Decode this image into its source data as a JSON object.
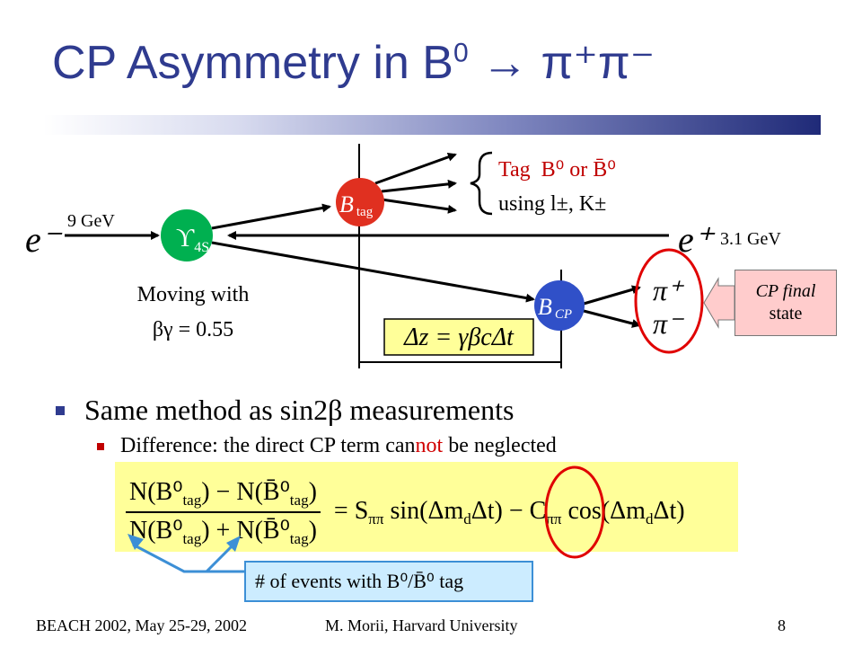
{
  "title": {
    "prefix": "CP Asymmetry in B",
    "sup": "0",
    "arrow": "→",
    "particles": "π⁺π⁻"
  },
  "diagram": {
    "electron": "e⁻",
    "electron_energy": "9 GeV",
    "positron": "e⁺",
    "positron_energy": "3.1 GeV",
    "upsilon_symbol": "ϒ",
    "upsilon_sub": "4S",
    "btag_symbol": "B",
    "btag_sub": "tag",
    "bcp_symbol": "B",
    "bcp_sub": "CP",
    "tag_line1": "Tag  B⁰ or B̄⁰",
    "tag_line2": "using l±, K±",
    "moving_line1": "Moving with",
    "moving_line2": "βγ = 0.55",
    "dz_formula": "Δz = γβcΔt",
    "pi_plus": "π⁺",
    "pi_minus": "π⁻",
    "cp_final_line1": "CP final",
    "cp_final_line2": "state"
  },
  "bullets": {
    "main": "Same method as sin2β measurements",
    "sub_before": "Difference: the direct CP term can",
    "sub_highlight": "not",
    "sub_after": " be neglected"
  },
  "formula": {
    "num_left": "N(B⁰",
    "num_mid": ") − N(B̄⁰",
    "num_end": ")",
    "den_left": "N(B⁰",
    "den_mid": ") + N(B̄⁰",
    "den_end": ")",
    "tag_sub": "tag",
    "rhs_start": "= S",
    "pipi_sub": "ππ",
    "rhs_sin": " sin(Δm",
    "d_sub": "d",
    "rhs_mid": "Δt) − C",
    "rhs_cos": " cos(Δm",
    "rhs_end": "Δt)"
  },
  "events_box": "# of events with B⁰/B̄⁰ tag",
  "footer": {
    "left": "BEACH 2002, May 25-29, 2002",
    "center": "M. Morii, Harvard University",
    "page": "8"
  },
  "colors": {
    "title": "#2f3b8f",
    "tag_text": "#c00000",
    "circle_green": "#00b050",
    "circle_red": "#e03020",
    "circle_blue": "#3050c8",
    "highlight_ring": "#e00000",
    "formula_bg": "#ffff99",
    "events_bg": "#ccecff"
  }
}
